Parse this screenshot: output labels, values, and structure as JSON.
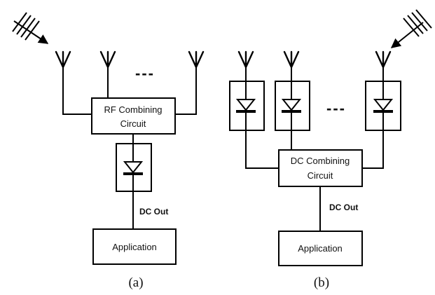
{
  "panel_a": {
    "combiner_label_line1": "RF Combining",
    "combiner_label_line2": "Circuit",
    "output_label": "DC Out",
    "load_label": "Application",
    "ellipsis": "---",
    "caption": "(a)"
  },
  "panel_b": {
    "combiner_label_line1": "DC Combining",
    "combiner_label_line2": "Circuit",
    "output_label": "DC Out",
    "load_label": "Application",
    "ellipsis": "---",
    "caption": "(b)"
  }
}
